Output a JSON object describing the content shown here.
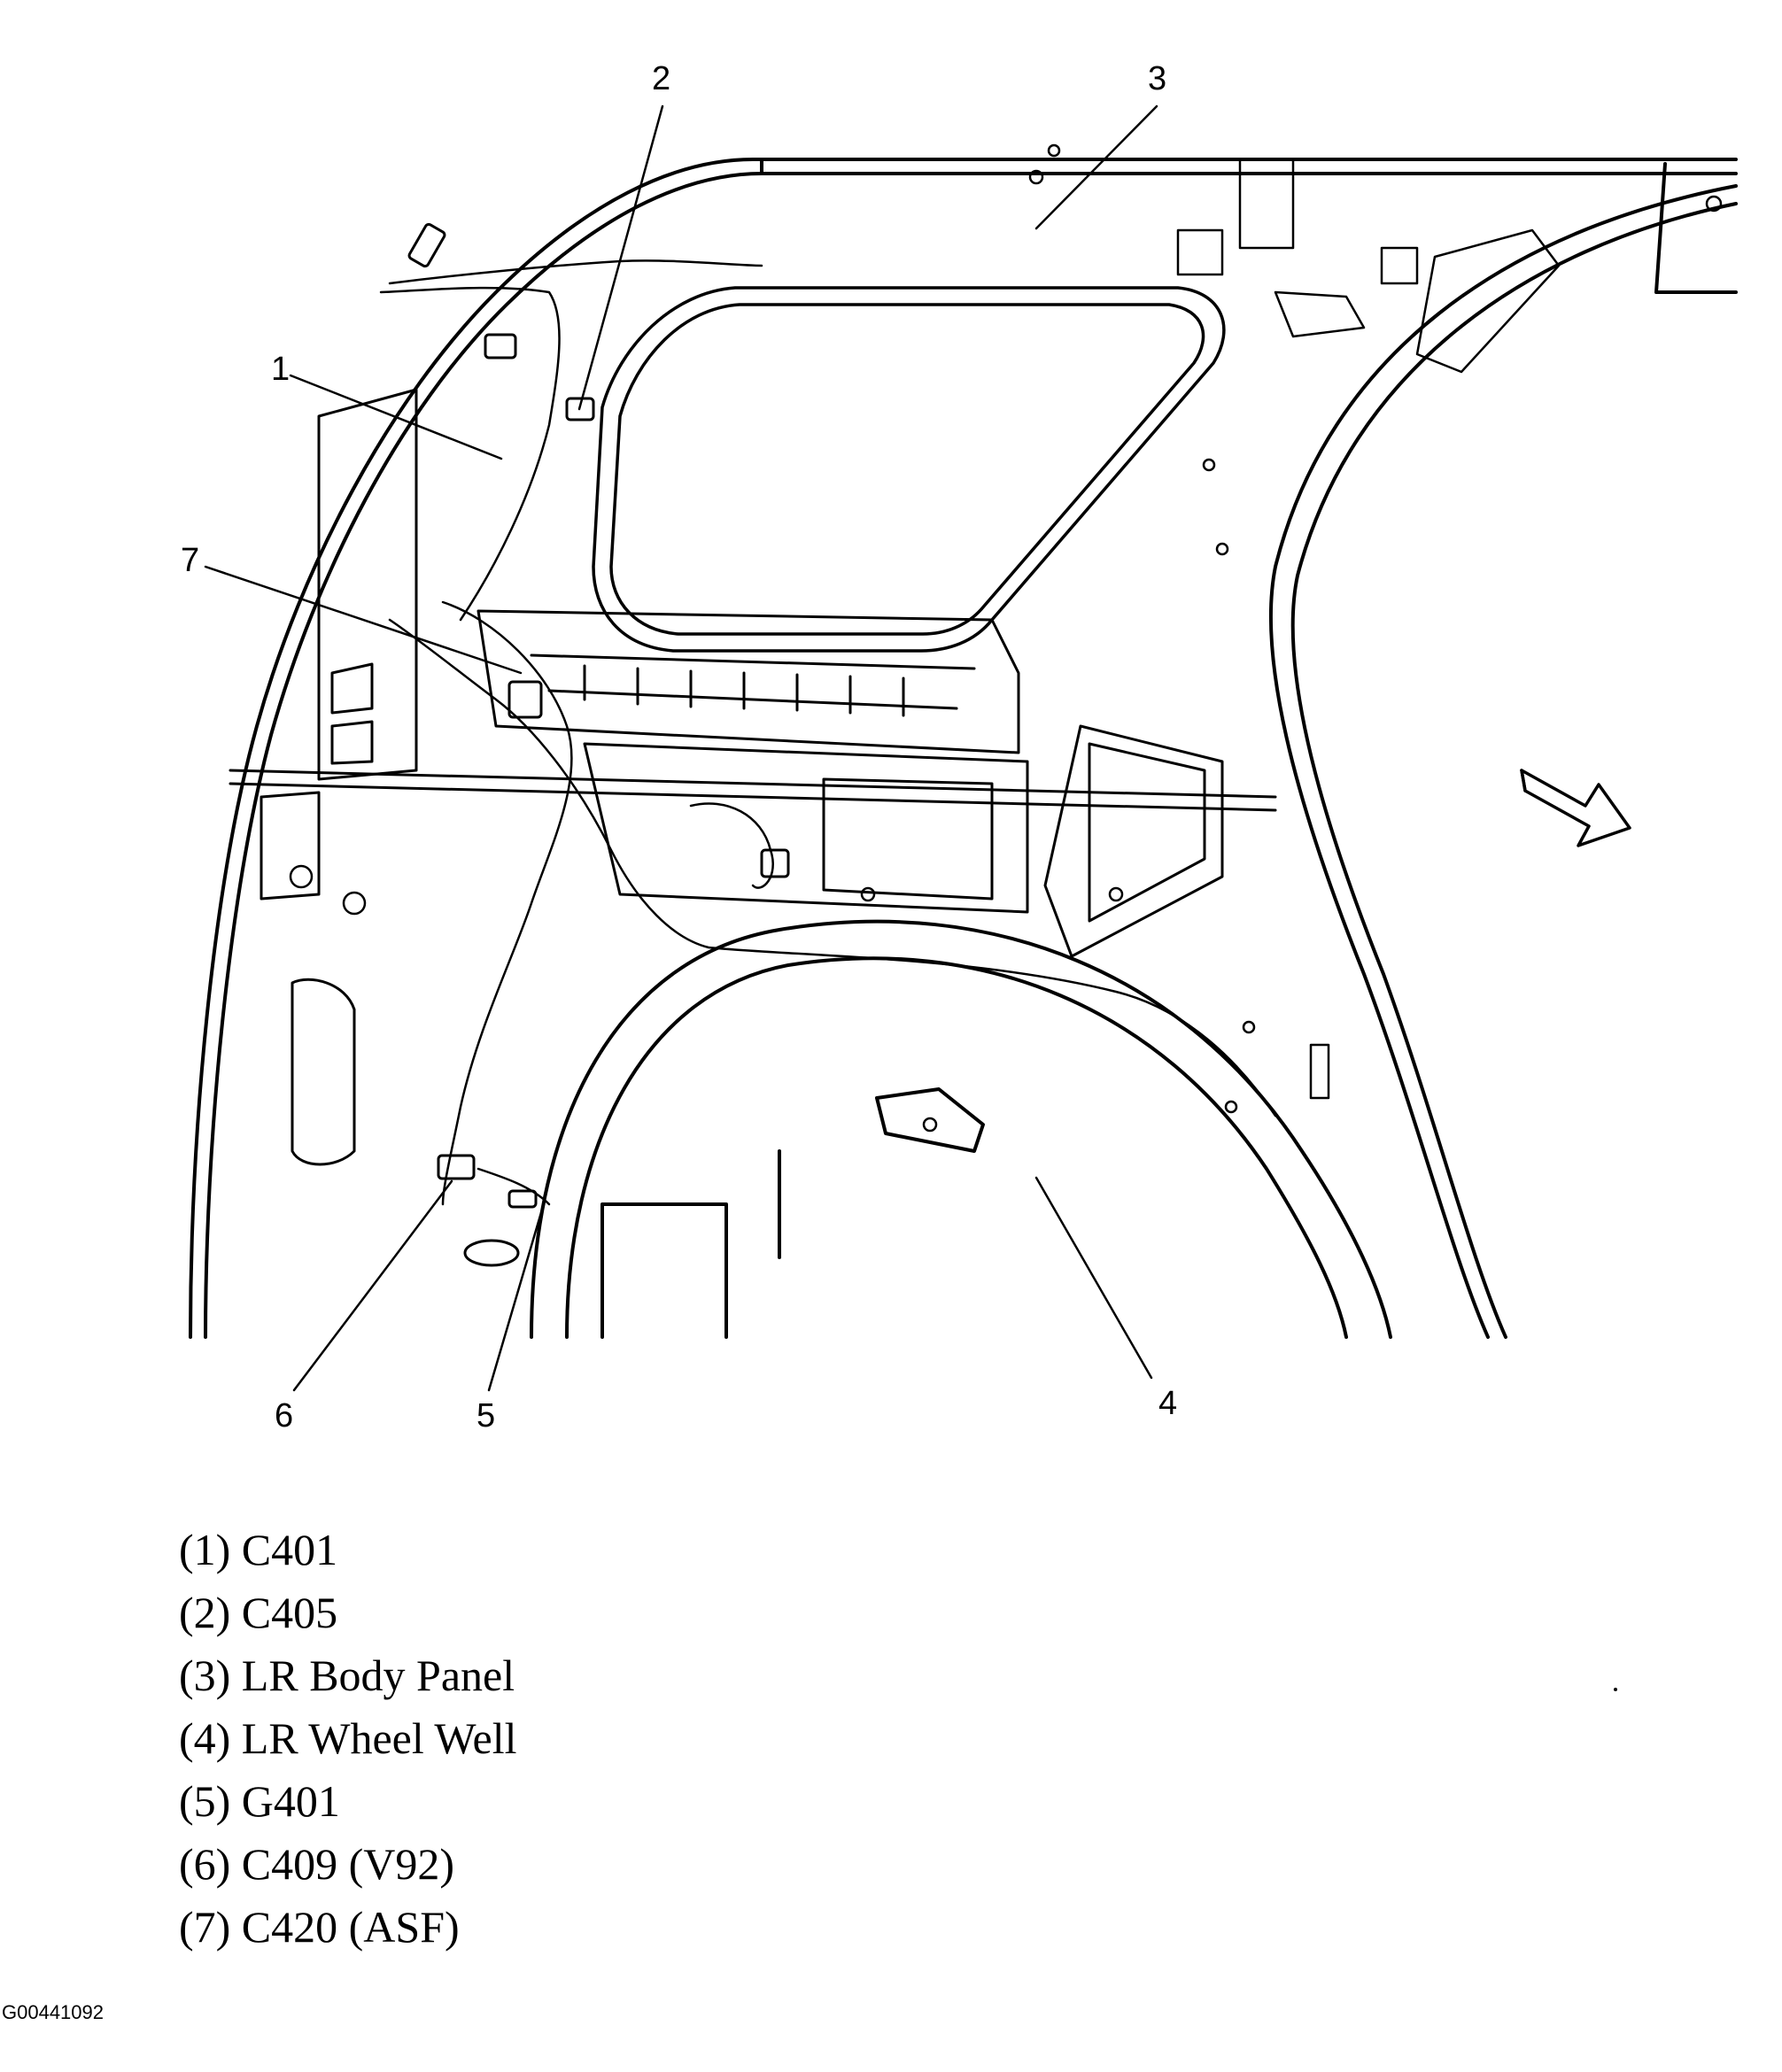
{
  "callouts": {
    "c1": "1",
    "c2": "2",
    "c3": "3",
    "c4": "4",
    "c5": "5",
    "c6": "6",
    "c7": "7"
  },
  "legend": [
    {
      "text": "(1) C401"
    },
    {
      "text": "(2) C405"
    },
    {
      "text": "(3) LR Body Panel"
    },
    {
      "text": "(4) LR Wheel Well"
    },
    {
      "text": "(5) G401"
    },
    {
      "text": "(6) C409 (V92)"
    },
    {
      "text": "(7) C420 (ASF)"
    }
  ],
  "figure_id": "G00441092",
  "colors": {
    "line": "#000000",
    "background": "#ffffff"
  },
  "icons": {
    "direction": "forward-arrow-icon"
  }
}
